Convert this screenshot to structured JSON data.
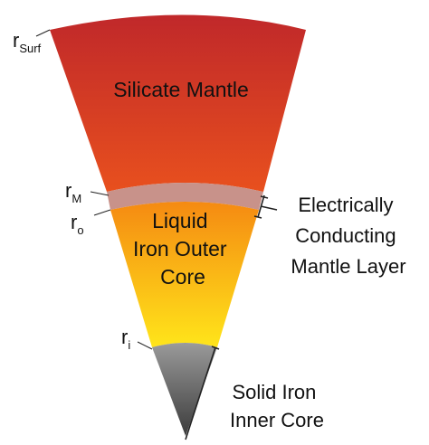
{
  "labels": {
    "mantle": "Silicate Mantle",
    "outer_core": [
      "Liquid",
      "Iron Outer",
      "Core"
    ],
    "conducting_layer": [
      "Electrically",
      "Conducting",
      "Mantle Layer"
    ],
    "inner_core": [
      "Solid Iron",
      "Inner Core"
    ]
  },
  "radii": {
    "surf": {
      "symbol": "r",
      "sub": "Surf"
    },
    "m": {
      "symbol": "r",
      "sub": "M"
    },
    "o": {
      "symbol": "r",
      "sub": "o"
    },
    "i": {
      "symbol": "r",
      "sub": "i"
    }
  },
  "colors": {
    "mantle_top": "#c0282a",
    "mantle_bottom": "#e8501e",
    "conducting_layer": "#c8928a",
    "outer_core_top": "#f58a12",
    "outer_core_bottom": "#ffe51a",
    "inner_core_top": "#9a9a9a",
    "inner_core_bottom": "#3c3c3c"
  }
}
